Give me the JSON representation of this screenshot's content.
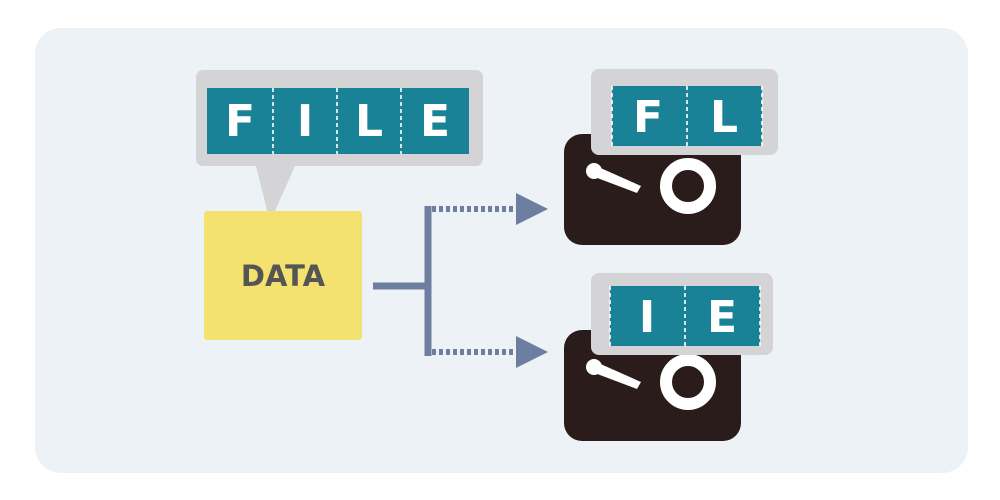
{
  "source": {
    "letters": [
      "F",
      "I",
      "L",
      "E"
    ],
    "block_label": "DATA"
  },
  "outputs": [
    {
      "letters": [
        "F",
        "L"
      ]
    },
    {
      "letters": [
        "I",
        "E"
      ]
    }
  ],
  "colors": {
    "panel_bg": "#edf2f6",
    "tile_bg": "#1a8297",
    "tile_text": "#ffffff",
    "bubble_bg": "#d4d4d6",
    "data_block": "#f3e26f",
    "data_text": "#555555",
    "connector": "#6e7ea0",
    "camera_body": "#2a1c1b",
    "camera_detail": "#ffffff"
  },
  "icons": {
    "output_device": "camera-icon"
  }
}
